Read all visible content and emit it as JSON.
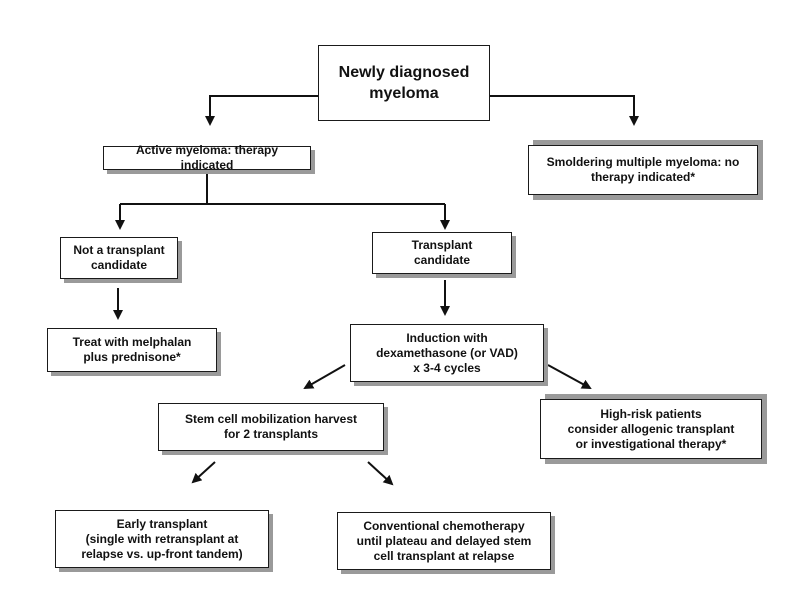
{
  "nodes": {
    "root": "Newly diagnosed\nmyeloma",
    "active": "Active myeloma:  therapy indicated",
    "smoldering": "Smoldering multiple myeloma: no\ntherapy indicated*",
    "not_candidate": "Not a transplant\ncandidate",
    "candidate": "Transplant\ncandidate",
    "melphalan": "Treat with melphalan\nplus prednisone*",
    "induction": "Induction with\ndexamethasone (or VAD)\nx 3-4 cycles",
    "stem_cell": "Stem cell mobilization harvest\nfor 2 transplants",
    "high_risk": "High-risk patients\nconsider allogenic transplant\nor investigational therapy*",
    "early": "Early transplant\n(single with retransplant at\nrelapse  vs. up-front tandem)",
    "conventional": "Conventional chemotherapy\nuntil plateau and delayed stem\ncell transplant at relapse"
  }
}
